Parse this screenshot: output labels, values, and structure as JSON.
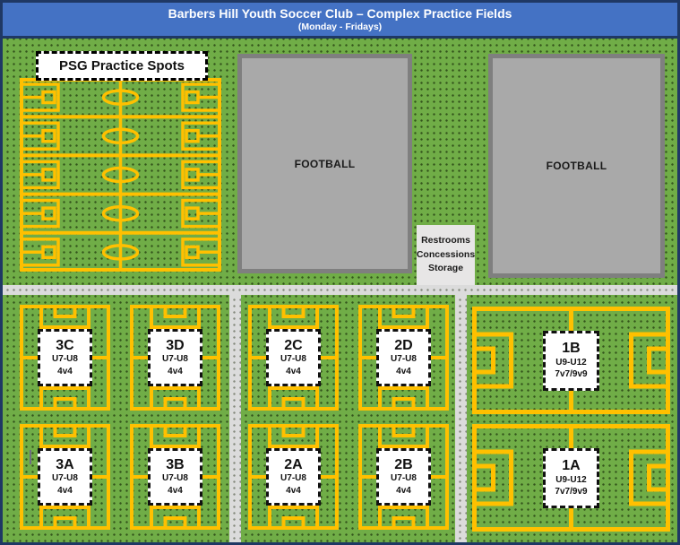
{
  "header": {
    "title": "Barbers Hill Youth Soccer Club – Complex Practice Fields",
    "subtitle": "(Monday - Fridays)"
  },
  "psg_area": {
    "label": "PSG Practice Spots"
  },
  "football_fields": [
    {
      "label": "FOOTBALL"
    },
    {
      "label": "FOOTBALL"
    }
  ],
  "facilities_building": {
    "lines": [
      "Restrooms",
      "Concessions",
      "Storage"
    ]
  },
  "practice_fields": [
    {
      "id": "3C",
      "ages": "U7-U8",
      "format": "4v4"
    },
    {
      "id": "3D",
      "ages": "U7-U8",
      "format": "4v4"
    },
    {
      "id": "2C",
      "ages": "U7-U8",
      "format": "4v4"
    },
    {
      "id": "2D",
      "ages": "U7-U8",
      "format": "4v4"
    },
    {
      "id": "1B",
      "ages": "U9-U12",
      "format": "7v7/9v9"
    },
    {
      "id": "3A",
      "ages": "U7-U8",
      "format": "4v4"
    },
    {
      "id": "3B",
      "ages": "U7-U8",
      "format": "4v4"
    },
    {
      "id": "2A",
      "ages": "U7-U8",
      "format": "4v4"
    },
    {
      "id": "2B",
      "ages": "U7-U8",
      "format": "4v4"
    },
    {
      "id": "1A",
      "ages": "U9-U12",
      "format": "7v7/9v9"
    }
  ],
  "colors": {
    "header_blue": "#4472C4",
    "grass_green": "#70AD47",
    "line_yellow": "#FFC000",
    "football_gray": "#A9A9A9",
    "road_gray": "#DBDBDB",
    "building_gray": "#E7E6E6",
    "border_navy": "#1F3864"
  }
}
